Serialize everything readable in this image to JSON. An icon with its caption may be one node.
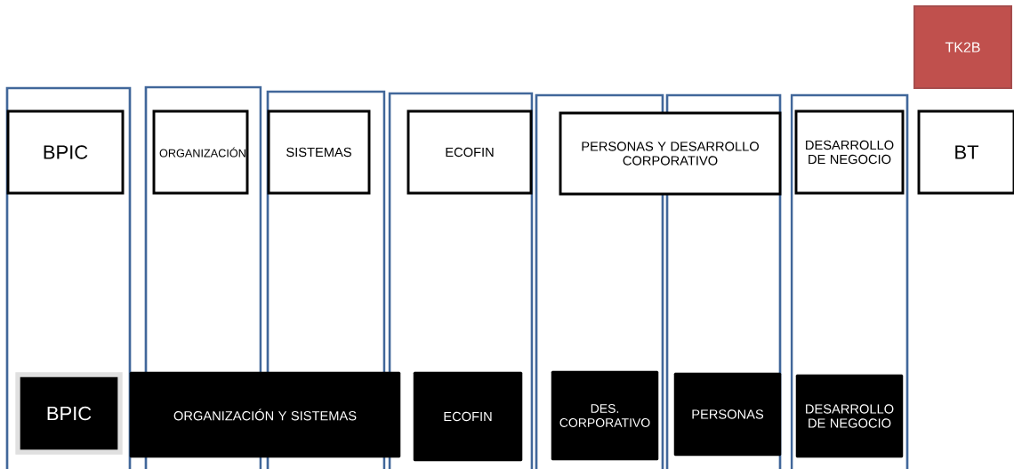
{
  "diagram": {
    "nodes": [
      {
        "text": [
          "TK2B"
        ]
      },
      {
        "text": [],
        "shape": "box"
      },
      {
        "text": [
          "BPIC"
        ],
        "in": 1
      },
      {
        "text": [],
        "shape": "box"
      },
      {
        "text": [
          "ORGANIZACIÓN"
        ],
        "in": 3
      },
      {
        "text": [],
        "shape": "box"
      },
      {
        "text": [
          "SISTEMAS"
        ],
        "in": 5
      },
      {
        "text": [],
        "shape": "box"
      },
      {
        "text": [
          "ECOFIN"
        ],
        "in": 7
      },
      {
        "text": [],
        "shape": "box"
      },
      {
        "text": [],
        "shape": "box"
      },
      {
        "text": [
          "PERSONAS Y DESARROLLO CORPORATIVO"
        ]
      },
      {
        "text": [],
        "shape": "box"
      },
      {
        "text": [
          "DESARROLLO DE NEGOCIO"
        ],
        "in": 12
      },
      {
        "text": [
          "BT"
        ]
      },
      {
        "text": [
          "BPIC"
        ],
        "in": 1
      },
      {
        "text": [
          "ORGANIZACIÓN Y SISTEMAS"
        ]
      },
      {
        "text": [
          "ECOFIN"
        ],
        "in": 7
      },
      {
        "text": [
          "DES. CORPORATIVO"
        ],
        "in": 9
      },
      {
        "text": [
          "PERSONAS"
        ],
        "in": 10
      },
      {
        "text": [
          "DESARROLLO DE NEGOCIO"
        ],
        "in": 12
      }
    ]
  }
}
